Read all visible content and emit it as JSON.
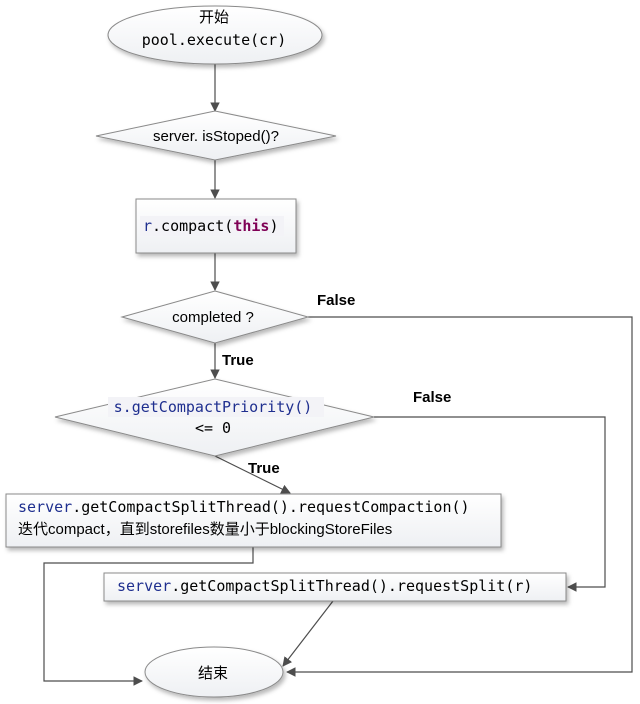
{
  "nodes": {
    "start": {
      "line1": "开始",
      "line2": "pool.execute(cr)"
    },
    "is_stopped": {
      "text": "server. isStoped()?"
    },
    "compact": {
      "obj": "r",
      "method": ".compact(",
      "keyword": "this",
      "close": ")"
    },
    "completed": {
      "text": "completed ?"
    },
    "priority": {
      "line1": "s.getCompactPriority()",
      "line2": "<= 0"
    },
    "request_compaction": {
      "obj": "server",
      "method": ".getCompactSplitThread().requestCompaction()",
      "note": "迭代compact，直到storefiles数量小于blockingStoreFiles"
    },
    "request_split": {
      "obj": "server",
      "method": ".getCompactSplitThread().requestSplit(r)"
    },
    "end": {
      "text": "结束"
    }
  },
  "edge_labels": {
    "completed_false": "False",
    "completed_true": "True",
    "priority_false": "False",
    "priority_true": "True"
  }
}
